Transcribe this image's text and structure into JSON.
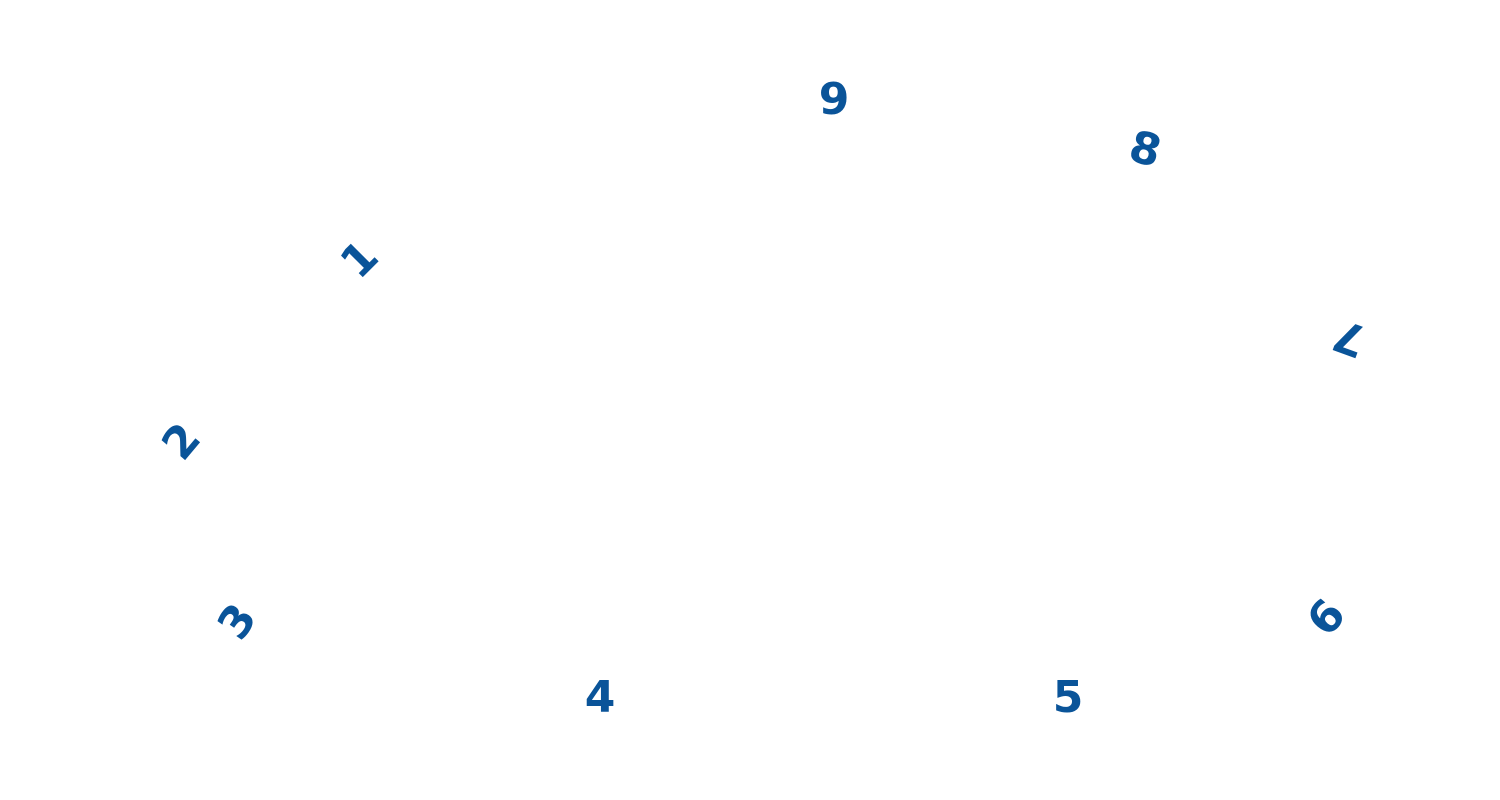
{
  "accent_color": "#0a5499",
  "digits": [
    "1",
    "2",
    "3",
    "4",
    "5",
    "6",
    "7",
    "8",
    "9"
  ]
}
